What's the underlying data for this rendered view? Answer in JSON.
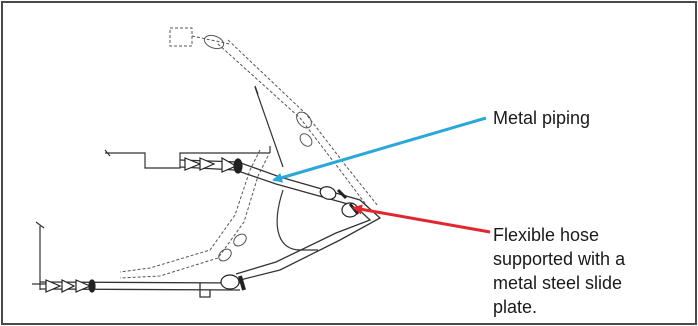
{
  "labels": {
    "metal_piping": "Metal piping",
    "flexible_hose_lines": [
      "Flexible hose",
      "supported with a",
      "metal steel slide",
      "plate."
    ]
  },
  "colors": {
    "metal_piping_arrow": "#2aa8d8",
    "flexible_hose_arrow": "#e3262e",
    "frame": "#4a4a4a",
    "drawing": "#333333"
  }
}
